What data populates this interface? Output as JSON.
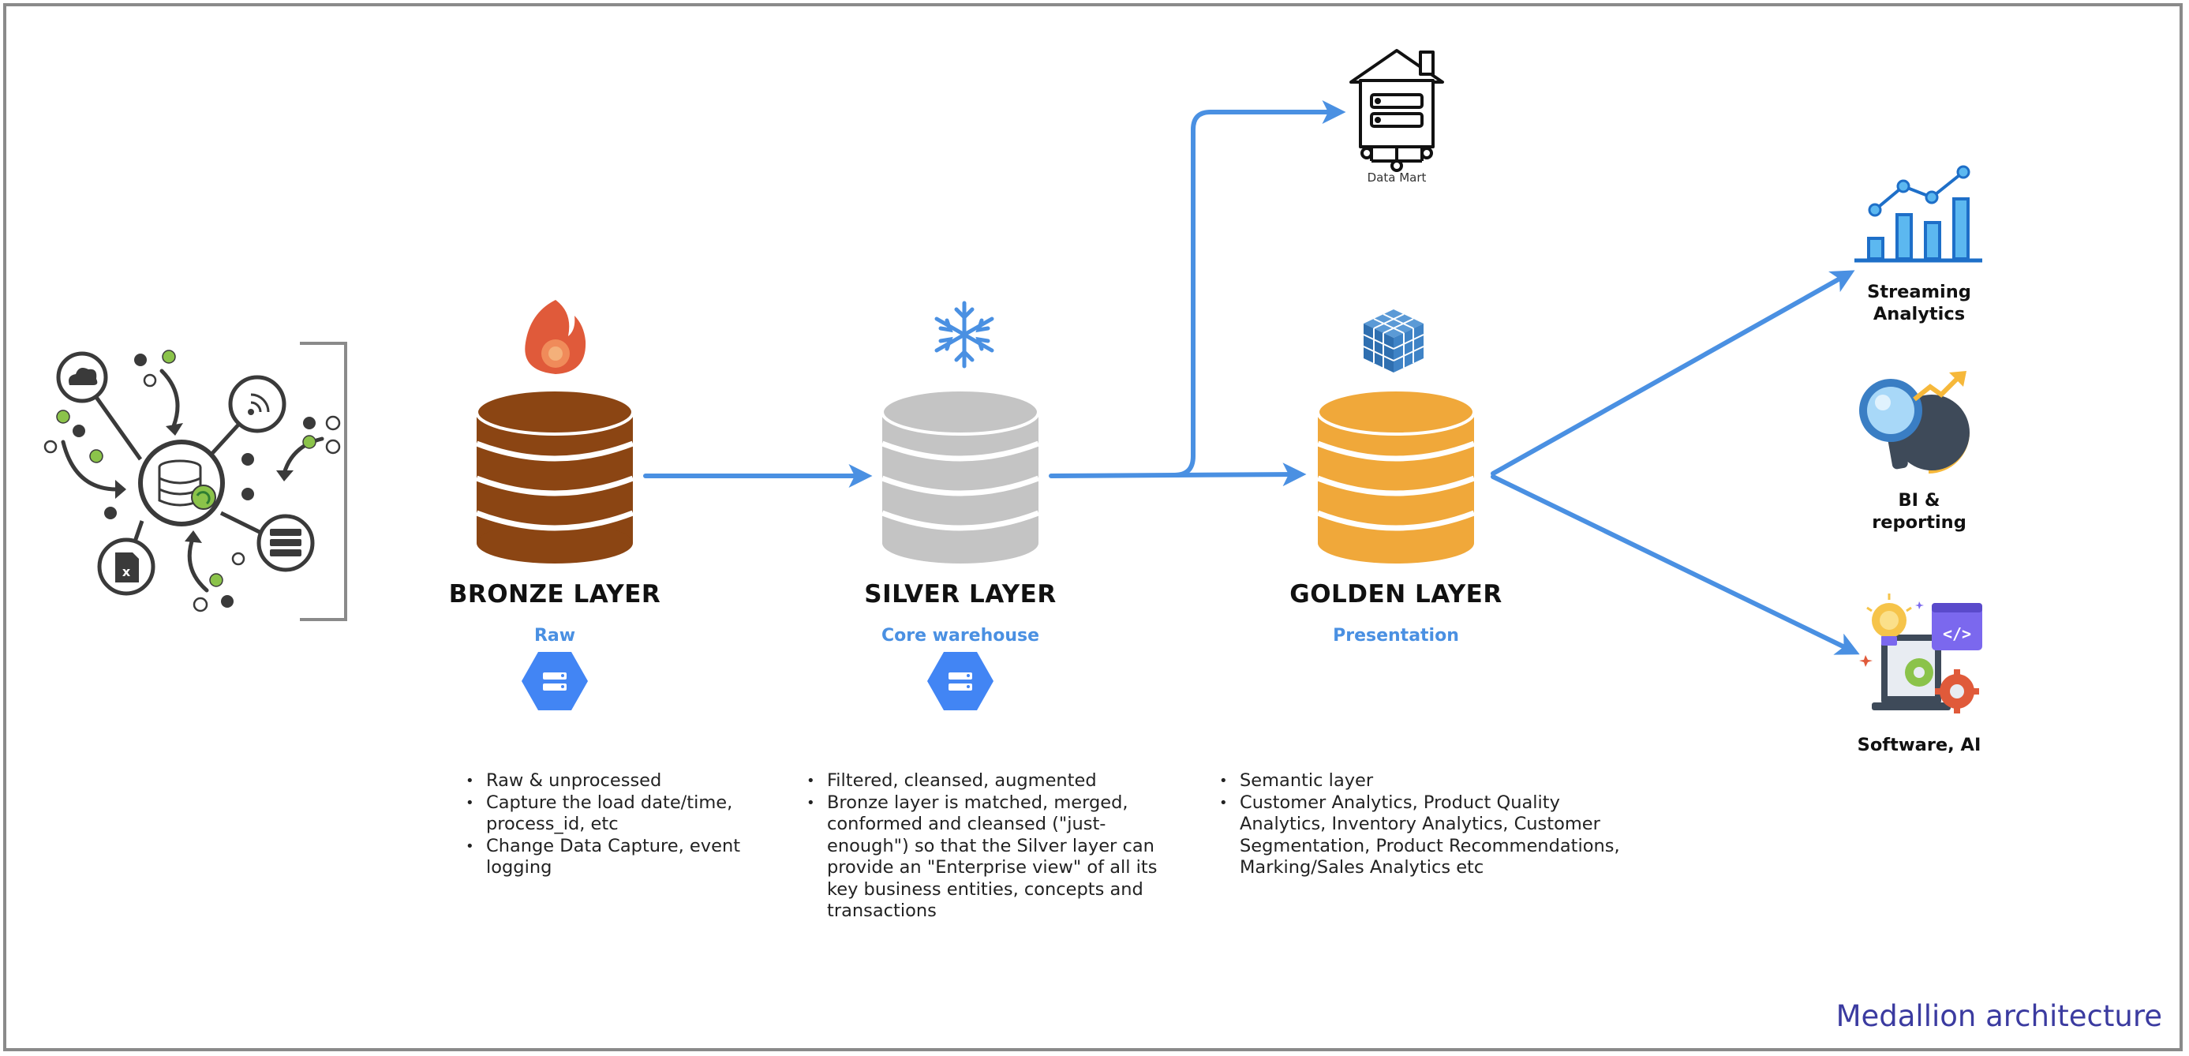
{
  "layers": [
    {
      "title": "BRONZE LAYER",
      "subtitle": "Raw",
      "color": "#8b4513",
      "bullets": [
        "Raw & unprocessed",
        "Capture the load date/time, process_id, etc",
        "Change Data Capture, event logging"
      ]
    },
    {
      "title": "SILVER LAYER",
      "subtitle": "Core warehouse",
      "color": "#c4c4c4",
      "bullets": [
        "Filtered, cleansed, augmented",
        "Bronze layer is matched, merged, conformed and cleansed (\"just-enough\") so that the Silver layer can provide an \"Enterprise view\" of all its key business entities, concepts and transactions"
      ]
    },
    {
      "title": "GOLDEN LAYER",
      "subtitle": "Presentation",
      "color": "#f0a83a",
      "bullets": [
        "Semantic layer",
        "Customer Analytics, Product Quality Analytics, Inventory Analytics, Customer Segmentation, Product Recommendations, Marking/Sales Analytics etc"
      ]
    }
  ],
  "data_mart": {
    "label": "Data Mart"
  },
  "outputs": {
    "streaming": "Streaming\nAnalytics",
    "bi": "BI &\nreporting",
    "software": "Software, AI"
  },
  "footer": {
    "title": "Medallion architecture"
  },
  "colors": {
    "arrow": "#4a90e2",
    "accent_green": "#8bc34a",
    "dark": "#3a3a3a",
    "gcp_blue": "#4285f4",
    "bracket": "#8a8a8a"
  }
}
